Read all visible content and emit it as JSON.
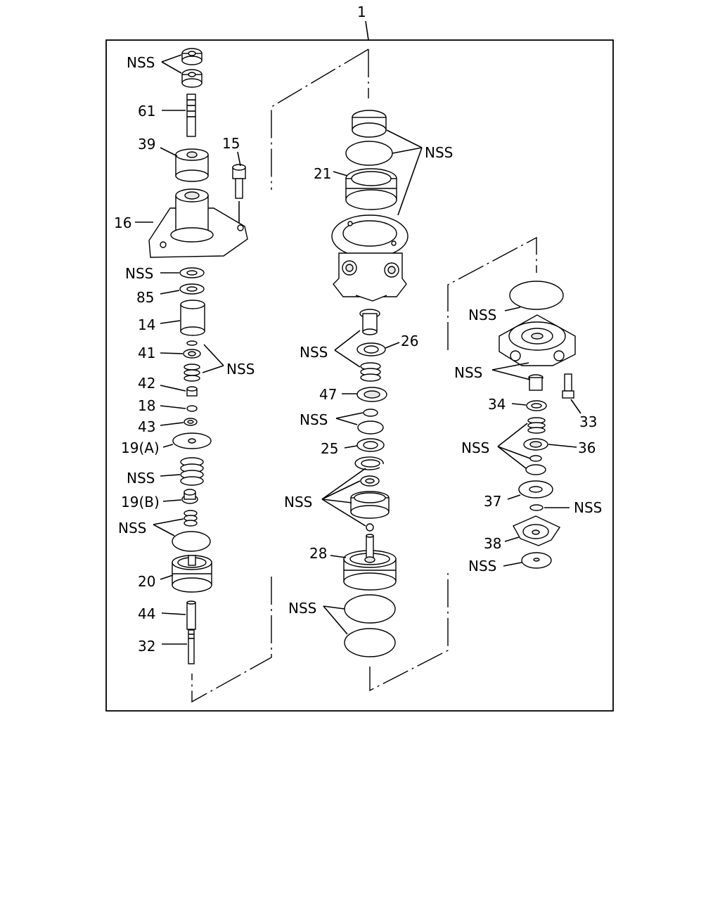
{
  "diagram": {
    "assembly_number": "1",
    "left_column": {
      "nss_top": "NSS",
      "p61": "61",
      "p39": "39",
      "p15": "15",
      "p16": "16",
      "nss_washer": "NSS",
      "p85": "85",
      "p14": "14",
      "p41": "41",
      "nss_spring": "NSS",
      "p42": "42",
      "p18": "18",
      "p43": "43",
      "p19a": "19(A)",
      "nss_spring2": "NSS",
      "p19b": "19(B)",
      "nss_spring3": "NSS",
      "p20": "20",
      "p44": "44",
      "p32": "32"
    },
    "center_column": {
      "nss_rings": "NSS",
      "p21": "21",
      "nss_valve": "NSS",
      "p26": "26",
      "p47": "47",
      "nss_discs": "NSS",
      "p25": "25",
      "nss_ring_set": "NSS",
      "p28": "28",
      "nss_bottom": "NSS"
    },
    "right_column": {
      "nss_cap": "NSS",
      "nss_valve": "NSS",
      "p34": "34",
      "p33": "33",
      "nss_spring": "NSS",
      "p36": "36",
      "p37": "37",
      "nss_clip": "NSS",
      "p38": "38",
      "nss_bottom": "NSS"
    }
  }
}
